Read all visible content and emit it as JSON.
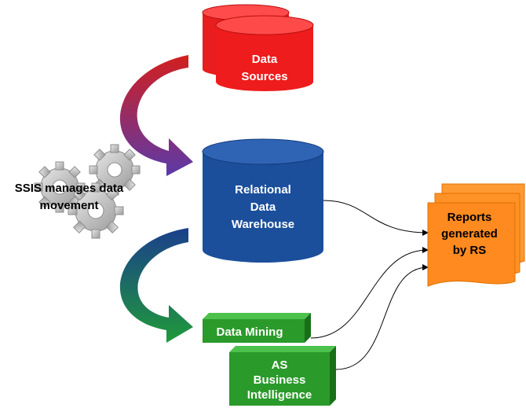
{
  "data_sources": {
    "line1": "Data",
    "line2": "Sources",
    "color": "#ee1c1c"
  },
  "warehouse": {
    "line1": "Relational",
    "line2": "Data",
    "line3": "Warehouse",
    "color": "#1b4f9c"
  },
  "ssis": {
    "line1": "SSIS manages data",
    "line2": "movement"
  },
  "data_mining": {
    "label": "Data Mining",
    "color": "#2a9a2a"
  },
  "as_bi": {
    "line1": "AS",
    "line2": "Business",
    "line3": "Intelligence",
    "color": "#2a9a2a"
  },
  "reports": {
    "line1": "Reports",
    "line2": "generated",
    "line3": "by RS",
    "color": "#ff8a1f"
  },
  "icons": [
    "database-icon",
    "gear-icon",
    "document-stack-icon",
    "curved-arrow-icon"
  ]
}
